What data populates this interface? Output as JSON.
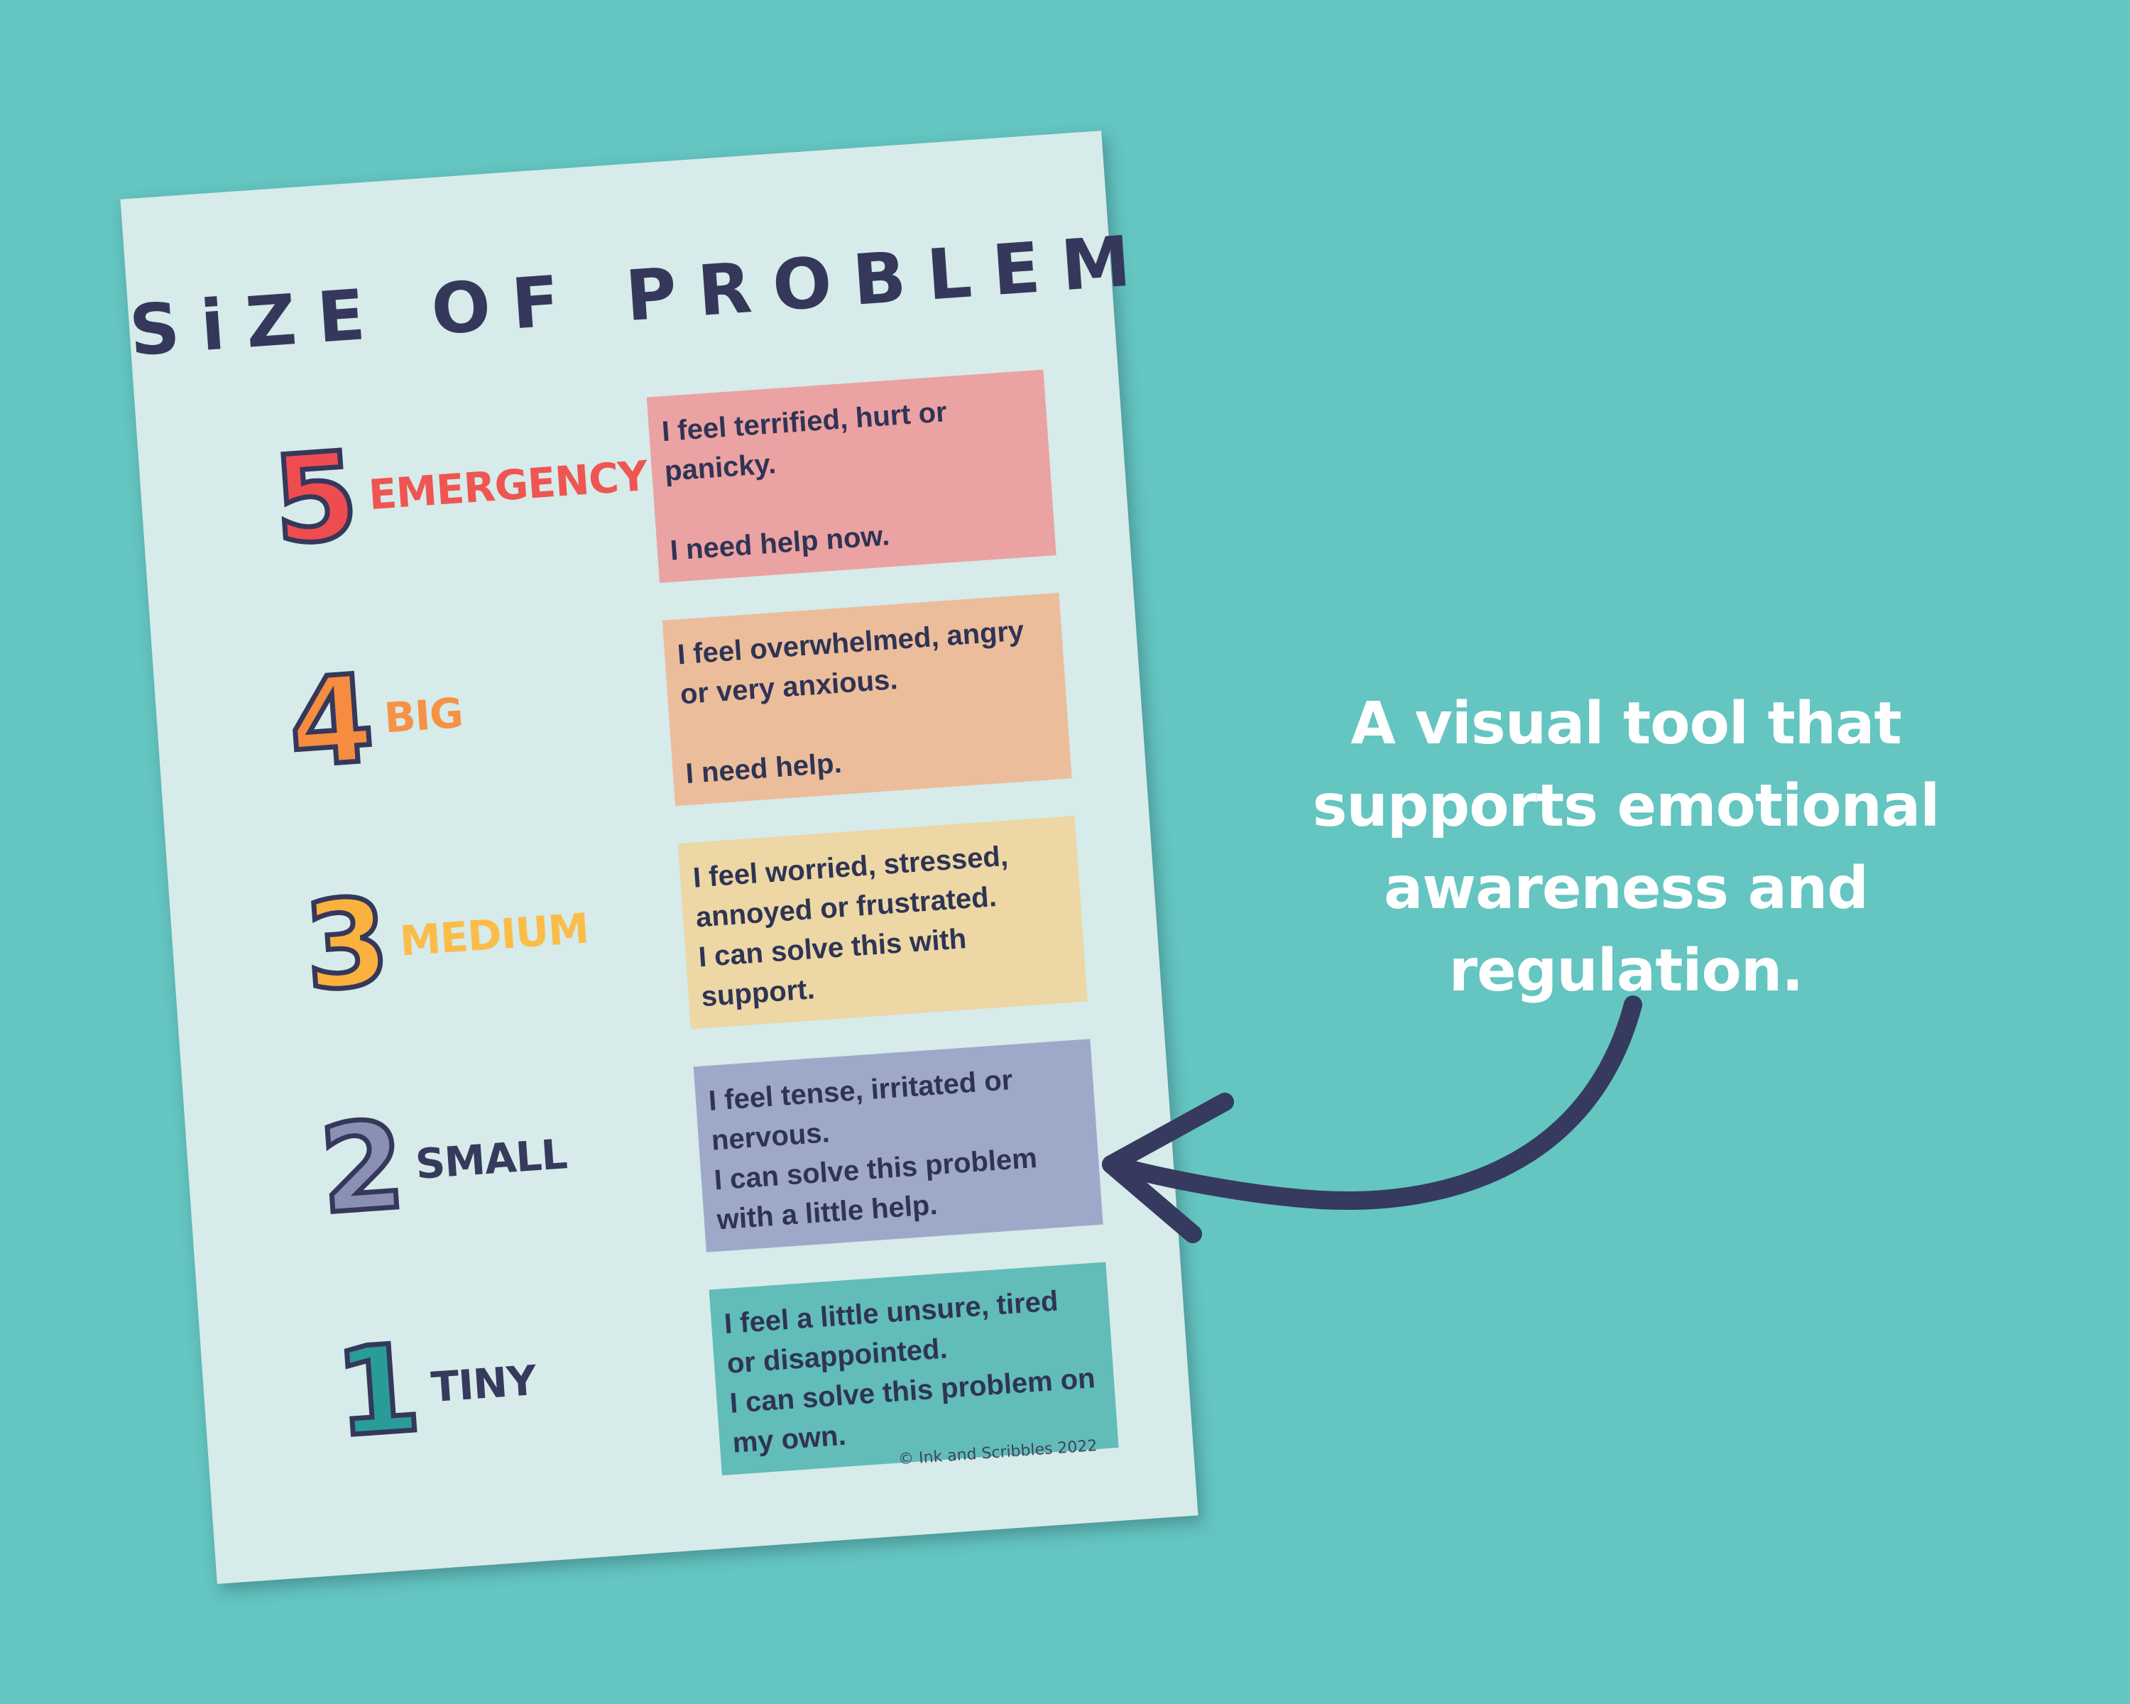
{
  "poster": {
    "title": "SiZE OF PROBLEM",
    "rows": [
      {
        "number": "5",
        "label": "EMERGENCY",
        "description": "I feel terrified, hurt or\npanicky.\n\nI need help now.",
        "number_color": "#ef4c4f",
        "label_color": "#ef5552",
        "box_color": "#eba2a2"
      },
      {
        "number": "4",
        "label": "BIG",
        "description": "I feel overwhelmed, angry\nor very anxious.\n\nI need help.",
        "number_color": "#f58c3f",
        "label_color": "#f59245",
        "box_color": "#ecbd9b"
      },
      {
        "number": "3",
        "label": "MEDIUM",
        "description": "I feel worried, stressed,\nannoyed or frustrated.\nI can solve this with\nsupport.",
        "number_color": "#fbb13d",
        "label_color": "#fbbc48",
        "box_color": "#ecd7a5"
      },
      {
        "number": "2",
        "label": "SMALL",
        "description": "I feel tense, irritated or\nnervous.\nI can solve this problem\nwith a little help.",
        "number_color": "#8a8fb4",
        "label_color": "#363a5c",
        "box_color": "#9ea9c9"
      },
      {
        "number": "1",
        "label": "TINY",
        "description": "I feel a little unsure, tired\nor disappointed.\nI can solve this problem on\nmy own.",
        "number_color": "#2a9c98",
        "label_color": "#363a5c",
        "box_color": "#62bcb7"
      }
    ],
    "footer": "© Ink and Scribbles 2022"
  },
  "tagline": "A visual tool that supports emotional awareness and regulation.",
  "colors": {
    "background": "#64c5c1",
    "poster_background": "#d6ebea",
    "navy": "#35385b",
    "arrow": "#353a5e"
  }
}
